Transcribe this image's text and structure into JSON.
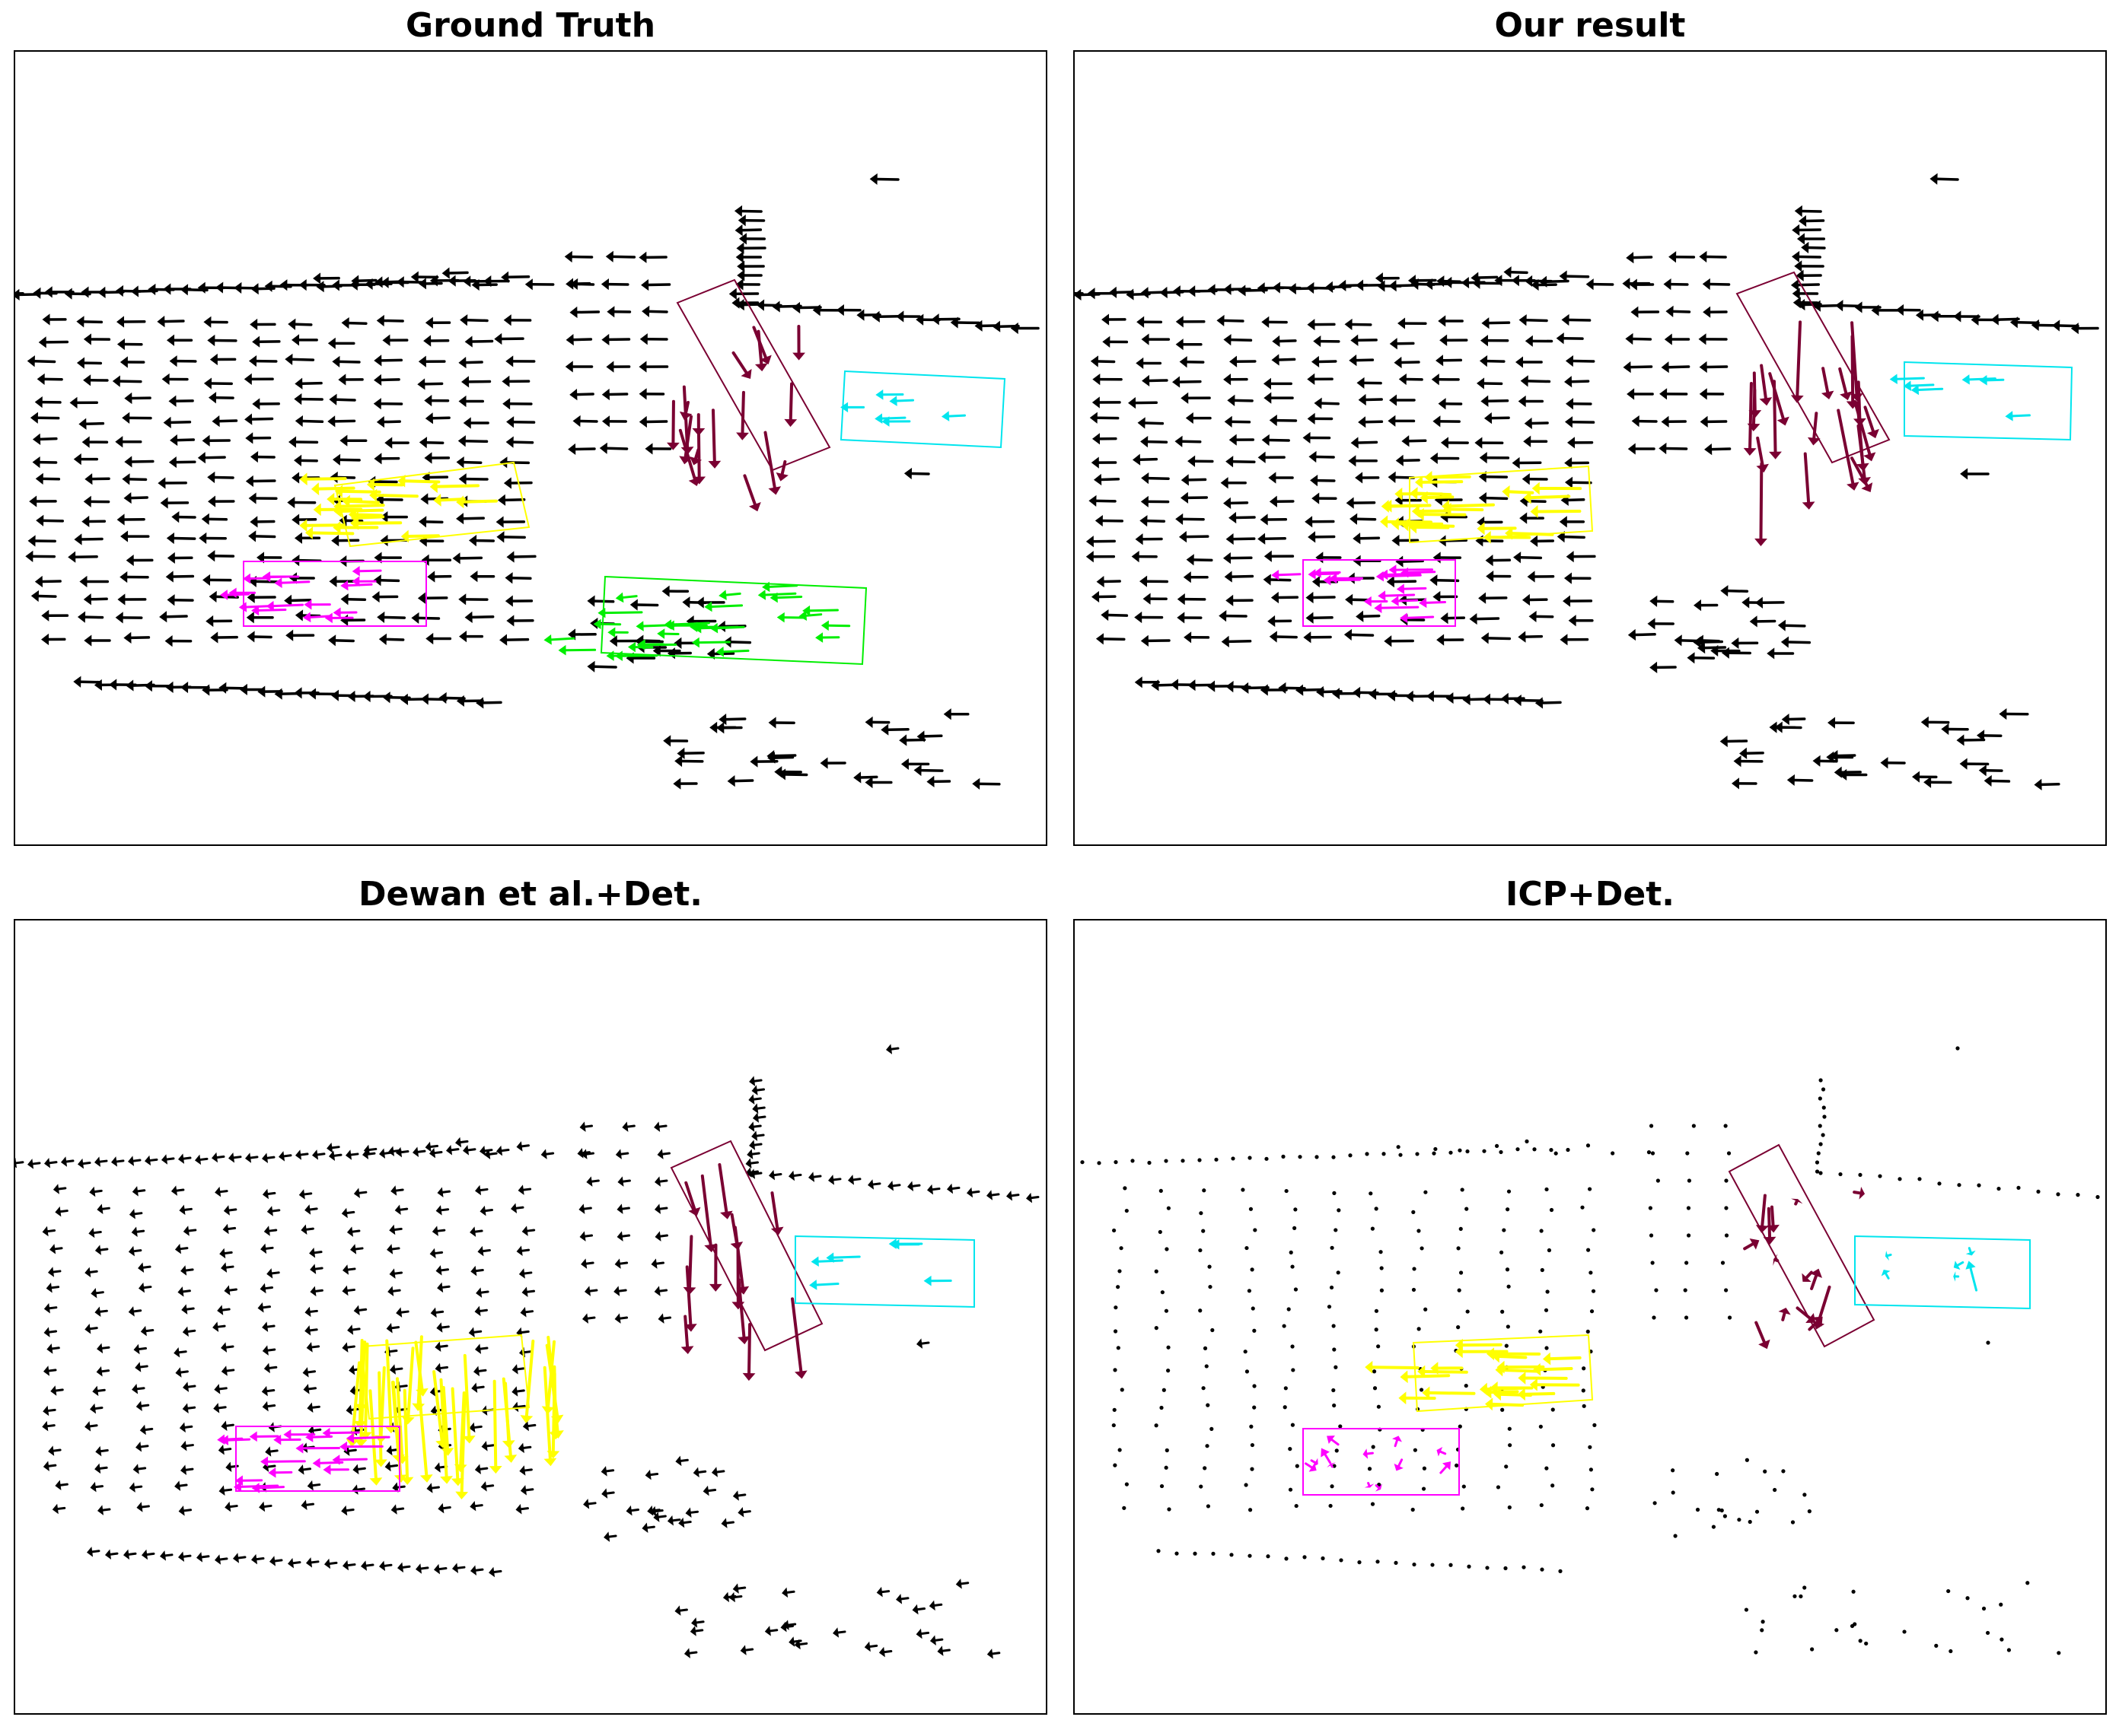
{
  "figure": {
    "panels": [
      {
        "id": "ground-truth",
        "title": "Ground Truth",
        "objects": [
          "dark-red",
          "cyan",
          "yellow",
          "magenta",
          "green"
        ],
        "background": "arrows"
      },
      {
        "id": "our-result",
        "title": "Our result",
        "objects": [
          "dark-red",
          "cyan",
          "yellow",
          "magenta"
        ],
        "background": "arrows"
      },
      {
        "id": "dewan",
        "title": "Dewan et al.+Det.",
        "objects": [
          "dark-red",
          "cyan",
          "yellow",
          "magenta"
        ],
        "background": "short-arrows"
      },
      {
        "id": "icp",
        "title": "ICP+Det.",
        "objects": [
          "dark-red",
          "cyan",
          "yellow",
          "magenta"
        ],
        "background": "dots"
      }
    ],
    "colors": {
      "background_points": "#000000",
      "dark-red": "#7a0032",
      "cyan": "#00e5ee",
      "yellow": "#ffff00",
      "magenta": "#ff00ff",
      "green": "#00ee00"
    },
    "icons": [
      "arrow-glyph",
      "dot-glyph"
    ]
  }
}
